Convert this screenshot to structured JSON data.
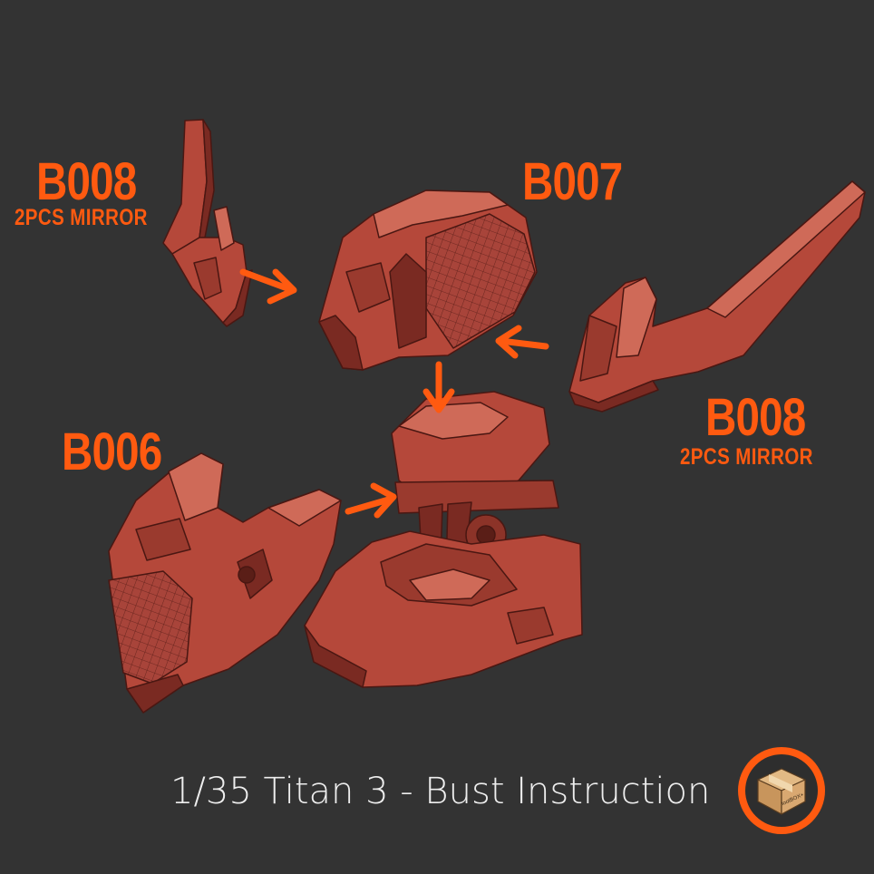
{
  "labels": {
    "b008_left_code": "B008",
    "b008_left_sub": "2PCS MIRROR",
    "b007_code": "B007",
    "b008_right_code": "B008",
    "b008_right_sub": "2PCS MIRROR",
    "b006_code": "B006"
  },
  "title": "1/35 Titan 3 - Bust Instruction",
  "logo": {
    "text": "lootBOX+",
    "icon": "cardboard-box-icon"
  },
  "colors": {
    "background": "#333333",
    "accent": "#ff5a10",
    "part": "#b5483a",
    "part_dark": "#7a2a22",
    "part_light": "#cf6a58",
    "title_text": "#eeeeee"
  }
}
